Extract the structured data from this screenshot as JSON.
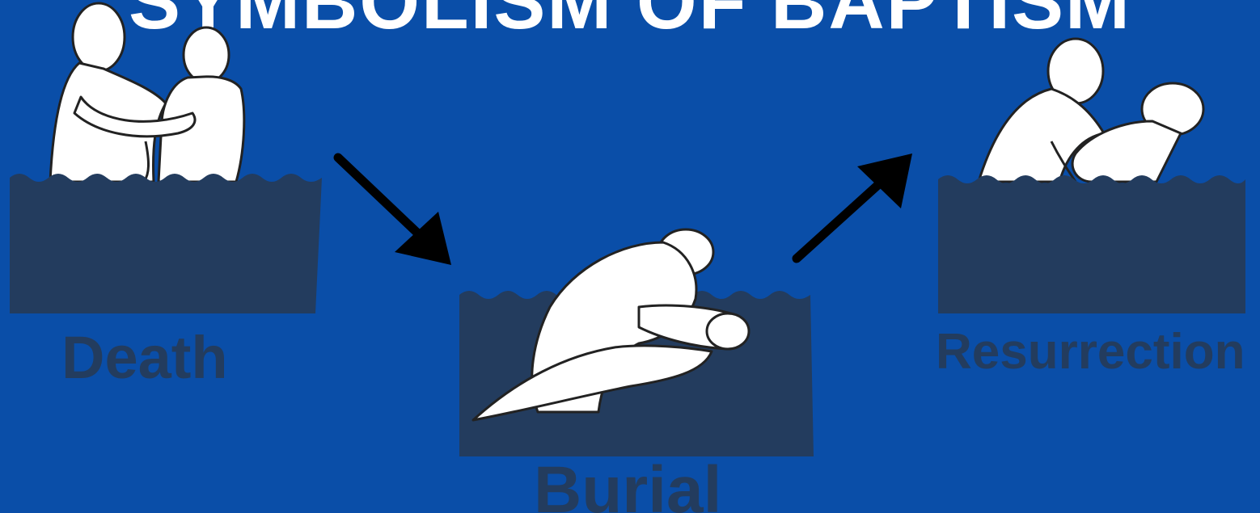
{
  "title": "SYMBOLISM OF BAPTISM",
  "stages": [
    {
      "label": "Death",
      "icon": "person-baptizing-standing-icon"
    },
    {
      "label": "Burial",
      "icon": "person-immersed-icon"
    },
    {
      "label": "Resurrection",
      "icon": "person-raised-icon"
    }
  ],
  "arrows": [
    {
      "from": "Death",
      "to": "Burial"
    },
    {
      "from": "Burial",
      "to": "Resurrection"
    }
  ],
  "colors": {
    "background": "#0a4ea8",
    "water": "#233c5e",
    "label": "#233c5e",
    "figure": "#ffffff",
    "arrow": "#000000"
  }
}
